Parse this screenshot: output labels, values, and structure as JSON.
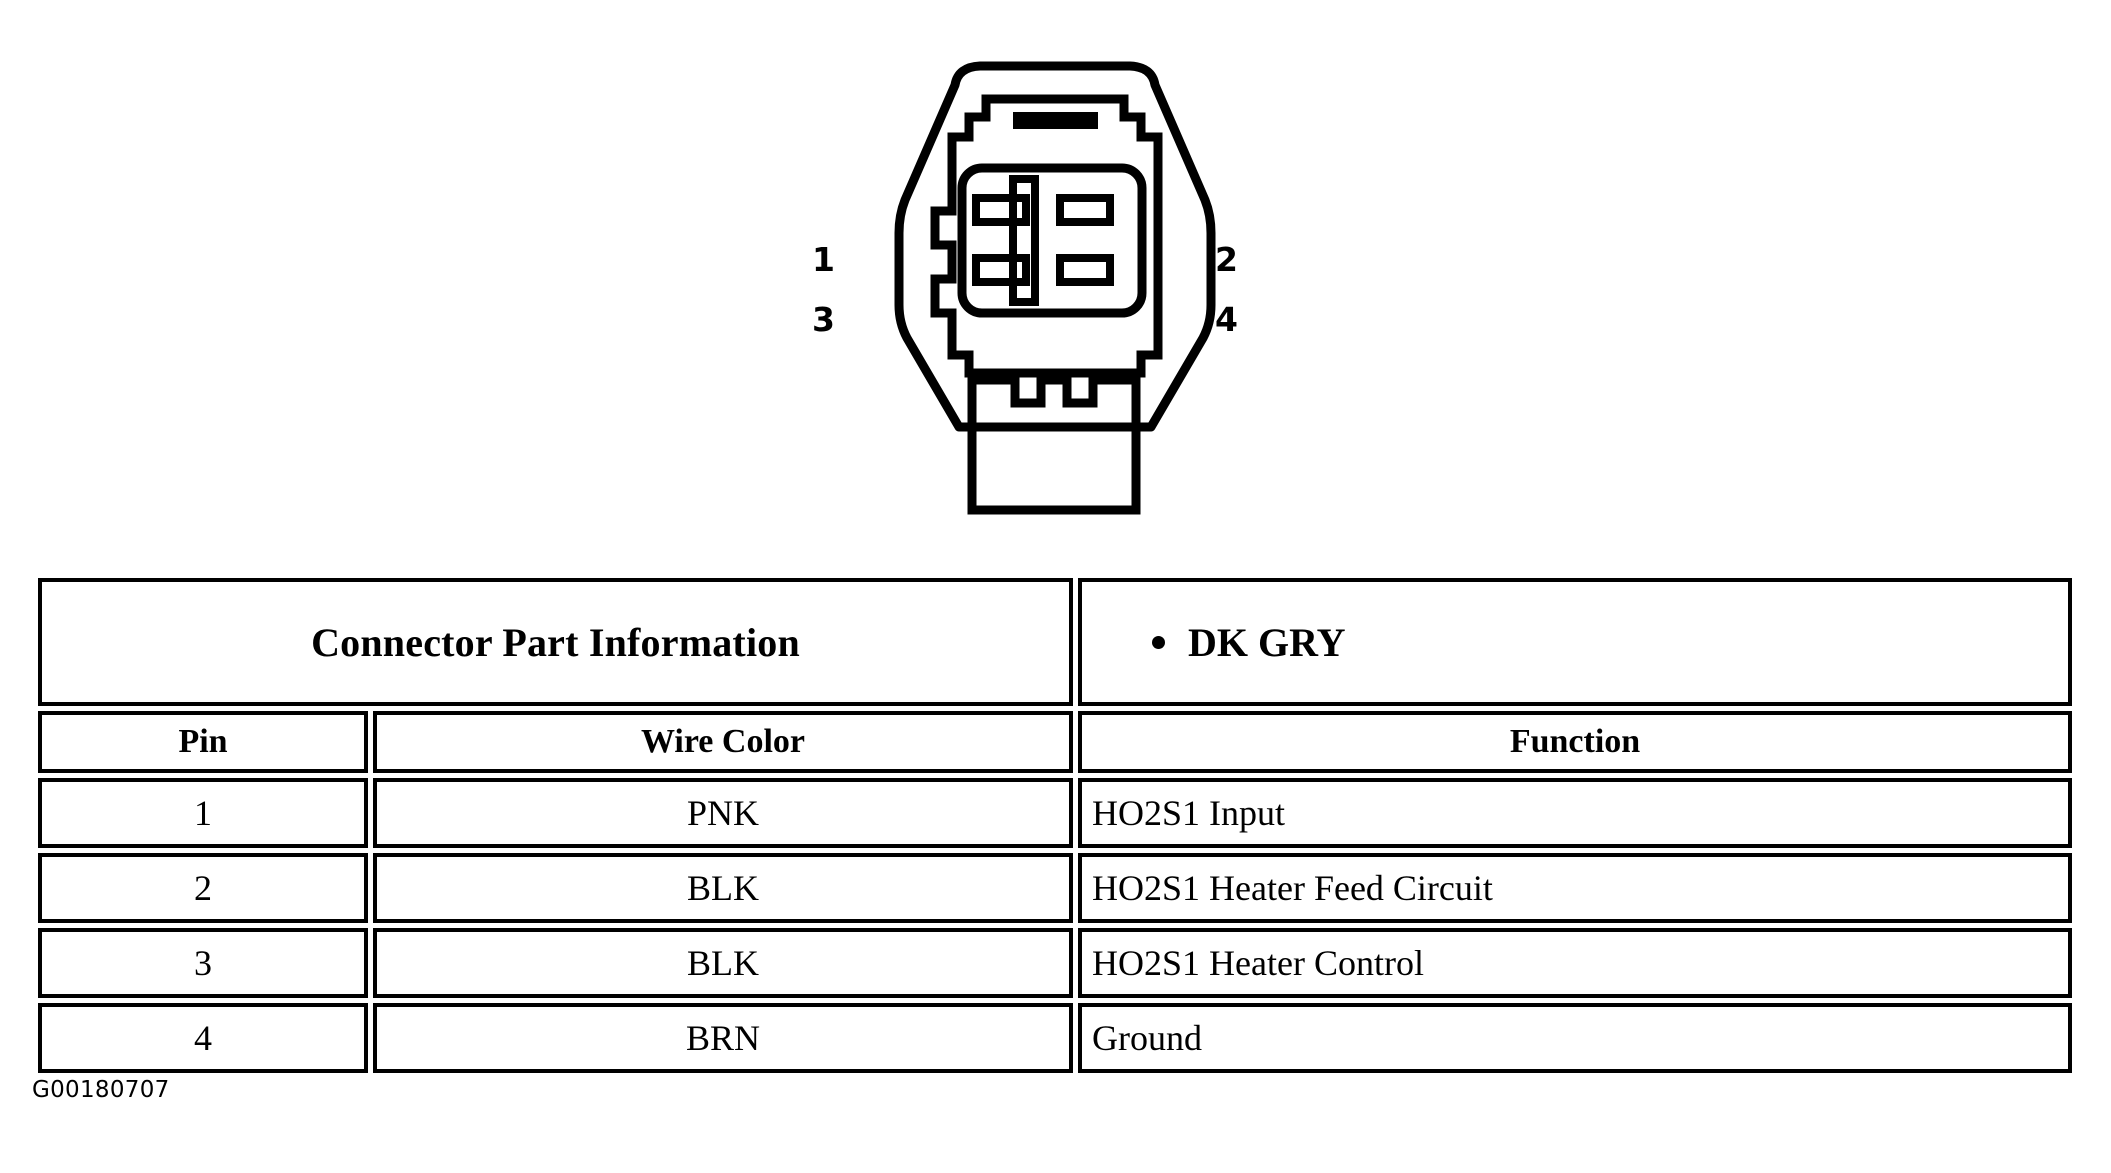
{
  "figure": {
    "id_code": "G00180707",
    "connector_pins": [
      {
        "number": "1",
        "position": "top-left"
      },
      {
        "number": "3",
        "position": "bottom-left"
      },
      {
        "number": "2",
        "position": "top-right"
      },
      {
        "number": "4",
        "position": "bottom-right"
      }
    ]
  },
  "table": {
    "header": {
      "title": "Connector Part Information",
      "connector_color": "DK GRY"
    },
    "columns": [
      "Pin",
      "Wire Color",
      "Function"
    ],
    "rows": [
      {
        "pin": "1",
        "wire_color": "PNK",
        "function": "HO2S1 Input"
      },
      {
        "pin": "2",
        "wire_color": "BLK",
        "function": "HO2S1 Heater Feed Circuit"
      },
      {
        "pin": "3",
        "wire_color": "BLK",
        "function": "HO2S1 Heater Control"
      },
      {
        "pin": "4",
        "wire_color": "BRN",
        "function": "Ground"
      }
    ]
  },
  "colors": {
    "ink": "#000000",
    "paper": "#ffffff"
  }
}
